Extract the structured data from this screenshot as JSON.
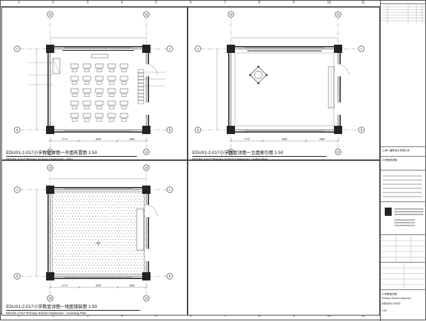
{
  "ruler": {
    "columns": [
      "1",
      "2",
      "3",
      "4",
      "5",
      "6",
      "7",
      "8",
      "9",
      "10",
      "11"
    ]
  },
  "panels": {
    "plan": {
      "title": "EDU01-2-017小学教室详图一平面布置图 1:50",
      "subtitle": "EDU01-2-017 Primary School Classroom - Plan",
      "grid_left": "18",
      "grid_right": "16",
      "grid_top": "A",
      "grid_bottom": "B"
    },
    "index": {
      "title": "EDU01-2-017小学教室详图一立面索引图 1:50",
      "subtitle": "EDU01-2-017 Primary School Classroom - Index Plan",
      "grid_left": "18",
      "grid_right": "16",
      "grid_top": "A",
      "grid_bottom": "B"
    },
    "covering": {
      "title": "EDU01-2-017小学教室详图一地面铺装图 1:50",
      "subtitle": "EDU01-2-017 Primary School Classroom - Covering Plan",
      "grid_left": "18",
      "grid_right": "16",
      "grid_top": "A",
      "grid_bottom": "B"
    }
  },
  "dims": {
    "d1": "2770",
    "d2": "3060",
    "d3": "2860"
  },
  "titleblock": {
    "company": "上海××建筑设计有限公司",
    "project": "小学教室详图",
    "drawing_no": "EDU01-2-017",
    "sheet_title": "小学教室详图",
    "sheet_title_en": "Primary School Classroom",
    "scale": "1:50"
  },
  "colors": {
    "line": "#111111",
    "thin": "#555555",
    "wall": "#1a1a1a"
  }
}
